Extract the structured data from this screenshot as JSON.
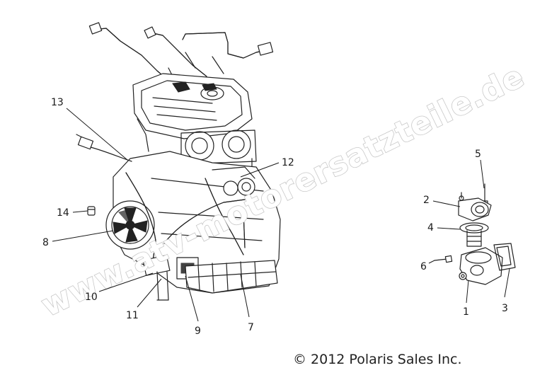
{
  "callouts": [
    {
      "id": "13",
      "label": "13"
    },
    {
      "id": "12",
      "label": "12"
    },
    {
      "id": "14",
      "label": "14"
    },
    {
      "id": "8",
      "label": "8"
    },
    {
      "id": "10",
      "label": "10"
    },
    {
      "id": "11",
      "label": "11"
    },
    {
      "id": "9",
      "label": "9"
    },
    {
      "id": "7",
      "label": "7"
    },
    {
      "id": "5",
      "label": "5"
    },
    {
      "id": "2",
      "label": "2"
    },
    {
      "id": "4",
      "label": "4"
    },
    {
      "id": "6",
      "label": "6"
    },
    {
      "id": "1",
      "label": "1"
    },
    {
      "id": "3",
      "label": "3"
    }
  ],
  "watermark": "www.atv-motorersatzteile.de",
  "copyright": "© 2012 Polaris Sales Inc."
}
